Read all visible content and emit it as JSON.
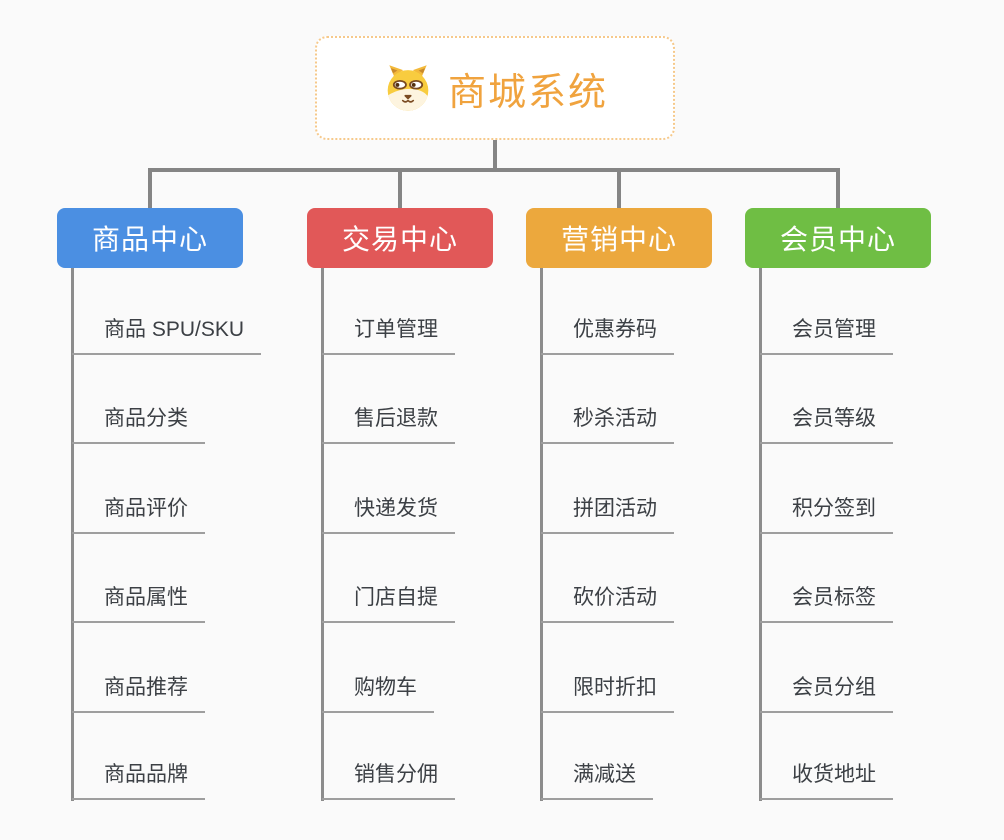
{
  "page": {
    "background_color": "#fafafa",
    "connector_color": "#8c8c8c",
    "underline_color": "#9e9e9e",
    "leaf_text_color": "#3c4045"
  },
  "root": {
    "title": "商城系统",
    "title_color": "#f0a33e",
    "border_color": "#f6c98b",
    "icon": "dog-face-icon"
  },
  "branches": [
    {
      "label": "商品中心",
      "color": "#4b8fe2",
      "items": [
        "商品 SPU/SKU",
        "商品分类",
        "商品评价",
        "商品属性",
        "商品推荐",
        "商品品牌"
      ]
    },
    {
      "label": "交易中心",
      "color": "#e15858",
      "items": [
        "订单管理",
        "售后退款",
        "快递发货",
        "门店自提",
        "购物车",
        "销售分佣"
      ]
    },
    {
      "label": "营销中心",
      "color": "#eca83d",
      "items": [
        "优惠券码",
        "秒杀活动",
        "拼团活动",
        "砍价活动",
        "限时折扣",
        "满减送"
      ]
    },
    {
      "label": "会员中心",
      "color": "#6fbe44",
      "items": [
        "会员管理",
        "会员等级",
        "积分签到",
        "会员标签",
        "会员分组",
        "收货地址"
      ]
    }
  ]
}
